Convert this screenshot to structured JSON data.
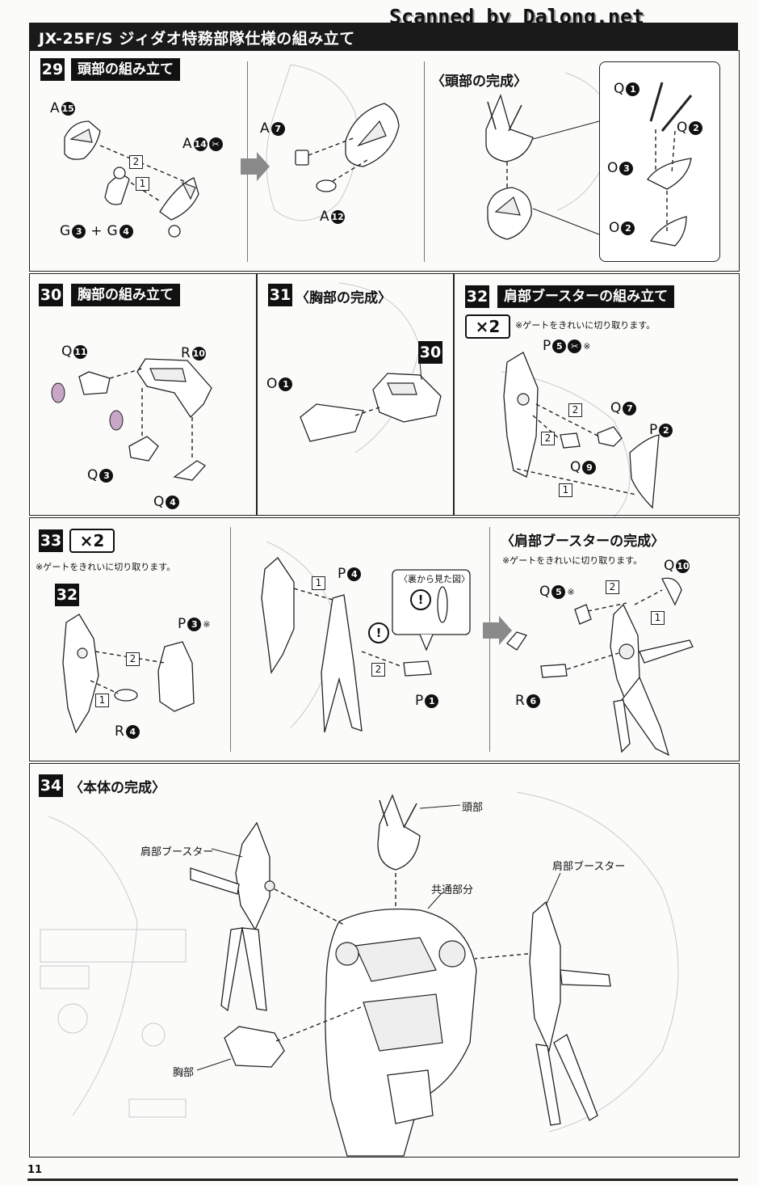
{
  "header": {
    "title": "JX-25F/S ジィダオ特務部隊仕様の組み立て",
    "watermark": "Scanned by Dalong.net"
  },
  "steps": {
    "s29": {
      "num": "29",
      "title": "頭部の組み立て"
    },
    "s29_done": {
      "title": "〈頭部の完成〉"
    },
    "s30": {
      "num": "30",
      "title": "胸部の組み立て"
    },
    "s31": {
      "num": "31",
      "title": "〈胸部の完成〉"
    },
    "s32": {
      "num": "32",
      "title": "肩部ブースターの組み立て",
      "times": "×2",
      "note": "※ゲートをきれいに切り取ります。"
    },
    "s33": {
      "num": "33",
      "times": "×2",
      "note": "※ゲートをきれいに切り取ります。",
      "ref": "32"
    },
    "s33_back": {
      "title": "〈裏から見た図〉"
    },
    "s33_done": {
      "title": "〈肩部ブースターの完成〉",
      "note": "※ゲートをきれいに切り取ります。"
    },
    "s34": {
      "num": "34",
      "title": "〈本体の完成〉"
    }
  },
  "parts": {
    "p29": [
      {
        "letter": "A",
        "num": "15"
      },
      {
        "letter": "A",
        "num": "14"
      },
      {
        "letter": "G",
        "num": "3"
      },
      {
        "letter": "G",
        "num": "4"
      },
      {
        "letter": "A",
        "num": "7"
      },
      {
        "letter": "A",
        "num": "12"
      },
      {
        "letter": "Q",
        "num": "1"
      },
      {
        "letter": "Q",
        "num": "2"
      },
      {
        "letter": "O",
        "num": "3"
      },
      {
        "letter": "O",
        "num": "2"
      }
    ],
    "p30": [
      {
        "letter": "Q",
        "num": "11"
      },
      {
        "letter": "R",
        "num": "10"
      },
      {
        "letter": "Q",
        "num": "3"
      },
      {
        "letter": "Q",
        "num": "4"
      }
    ],
    "p31": [
      {
        "letter": "O",
        "num": "1"
      },
      {
        "letter": "",
        "num": "30"
      }
    ],
    "p32": [
      {
        "letter": "P",
        "num": "5"
      },
      {
        "letter": "Q",
        "num": "7"
      },
      {
        "letter": "P",
        "num": "2"
      },
      {
        "letter": "Q",
        "num": "9"
      }
    ],
    "p33": [
      {
        "letter": "P",
        "num": "3"
      },
      {
        "letter": "R",
        "num": "4"
      },
      {
        "letter": "P",
        "num": "4"
      },
      {
        "letter": "P",
        "num": "1"
      },
      {
        "letter": "Q",
        "num": "5"
      },
      {
        "letter": "Q",
        "num": "10"
      },
      {
        "letter": "R",
        "num": "6"
      }
    ]
  },
  "callouts": {
    "head": "頭部",
    "common": "共通部分",
    "booster_l": "肩部ブースター",
    "booster_r": "肩部ブースター",
    "chest": "胸部"
  },
  "plus": "+",
  "note_mark": "※",
  "page_number": "11"
}
